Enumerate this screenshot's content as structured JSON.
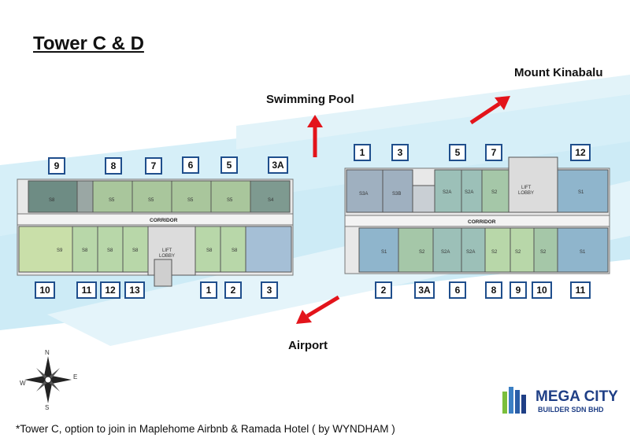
{
  "title": "Tower C & D",
  "landmarks": {
    "swimming_pool": "Swimming Pool",
    "mount_kinabalu": "Mount Kinabalu",
    "airport": "Airport"
  },
  "tower_c": {
    "top_units": [
      "9",
      "8",
      "7",
      "6",
      "5",
      "3A"
    ],
    "bottom_units": [
      "10",
      "11",
      "12",
      "13",
      "1",
      "2",
      "3"
    ],
    "corridor_label": "CORRIDOR",
    "lift_label_1": "LIFT",
    "lift_label_2": "LOBBY",
    "top_room_types": [
      "S8",
      "S5",
      "S5",
      "S5",
      "S5",
      "S4"
    ],
    "bottom_room_types": [
      "S9",
      "S8",
      "S8",
      "S8",
      "S8",
      "S8"
    ]
  },
  "tower_d": {
    "top_units": [
      "1",
      "3",
      "5",
      "7",
      "12"
    ],
    "bottom_units": [
      "2",
      "3A",
      "6",
      "8",
      "9",
      "10",
      "11"
    ],
    "corridor_label": "CORRIDOR",
    "lift_label_1": "LIFT",
    "lift_label_2": "LOBBY",
    "top_room_types": [
      "S3A",
      "S3B",
      "S2A",
      "S2A",
      "S2",
      "S1"
    ],
    "bottom_room_types": [
      "S1",
      "S2",
      "S2A",
      "S2A",
      "S2",
      "S2",
      "S2",
      "S1"
    ]
  },
  "compass": {
    "n": "N",
    "e": "E",
    "s": "S",
    "w": "W"
  },
  "footnote": "*Tower C, option to join in Maplehome Airbnb & Ramada Hotel ( by WYNDHAM )",
  "logo": {
    "name": "MEGA CITY",
    "subtitle": "BUILDER SDN BHD"
  },
  "colors": {
    "arrow": "#e3141b",
    "unit_box_border": "#1f4e8c",
    "ground": "#d3eef7",
    "logo": "#1f3f86"
  }
}
